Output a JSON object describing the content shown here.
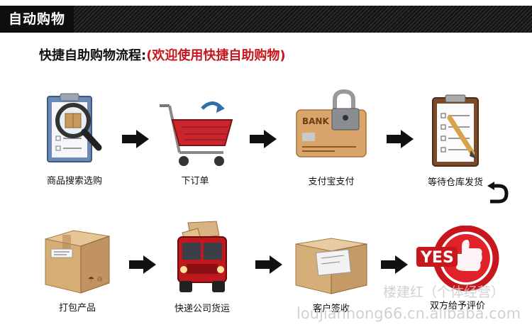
{
  "header": {
    "title": "自动购物"
  },
  "heading": {
    "main": "快捷自助购物流程:",
    "highlight": "(欢迎使用快捷自助购物)"
  },
  "steps": [
    {
      "label": "商品搜索选购",
      "icon": "magnifier-clipboard-icon"
    },
    {
      "label": "下订单",
      "icon": "shopping-cart-icon"
    },
    {
      "label": "支付宝支付",
      "icon": "bank-card-icon"
    },
    {
      "label": "等待仓库发货",
      "icon": "clipboard-checklist-icon"
    },
    {
      "label": "打包产品",
      "icon": "cardboard-box-icon"
    },
    {
      "label": "快递公司货运",
      "icon": "delivery-truck-icon"
    },
    {
      "label": "客户签收",
      "icon": "envelope-package-icon"
    },
    {
      "label": "双方给予评价",
      "icon": "yes-thumbs-up-icon"
    }
  ],
  "card": {
    "bank_text": "BANK"
  },
  "badge": {
    "yes_text": "YES"
  },
  "watermark": {
    "line1": "楼建红（个体经营）",
    "line2": "loujianhong66.cn.alibaba.com"
  },
  "colors": {
    "accent_red": "#c8161d",
    "header_bg": "#111111"
  }
}
